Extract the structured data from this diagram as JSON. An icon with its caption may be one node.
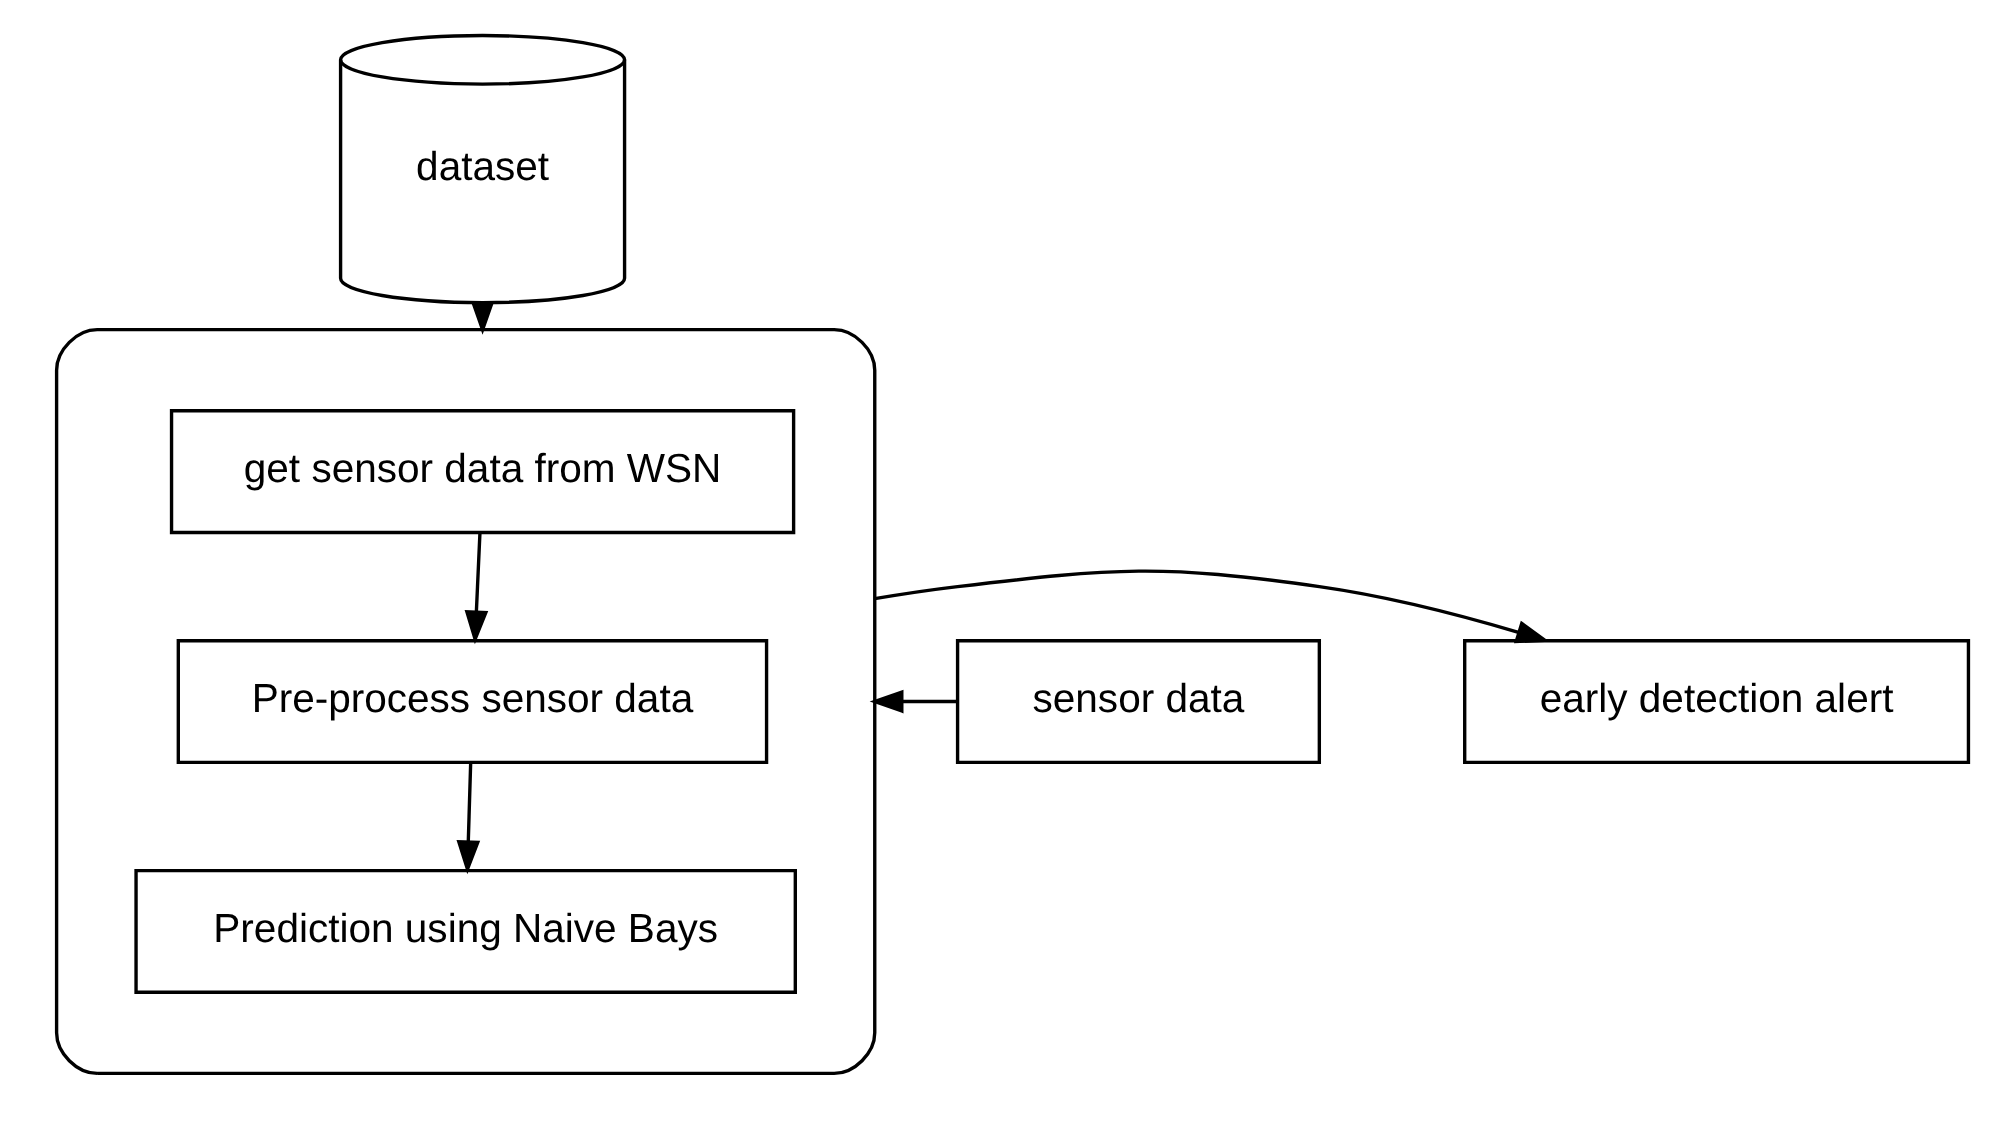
{
  "diagram": {
    "nodes": [
      {
        "text": [
          "dataset"
        ]
      },
      {
        "text": [],
        "shape": "box"
      },
      {
        "text": [
          "get sensor data from WSN"
        ],
        "in": 1
      },
      {
        "text": [
          "Pre-process sensor data"
        ],
        "in": 1
      },
      {
        "text": [
          "Prediction using Naive Bays"
        ],
        "in": 1
      },
      {
        "text": [
          "sensor data"
        ]
      },
      {
        "text": [
          "early detection alert"
        ]
      }
    ],
    "edges": [
      {
        "from": 0,
        "to": 1,
        "arrow": "to"
      },
      {
        "from": 2,
        "to": 3,
        "arrow": "to"
      },
      {
        "from": 3,
        "to": 4,
        "arrow": "to"
      },
      {
        "from": 5,
        "to": 1,
        "arrow": "to"
      },
      {
        "from": 1,
        "to": 6,
        "arrow": "to"
      }
    ]
  }
}
